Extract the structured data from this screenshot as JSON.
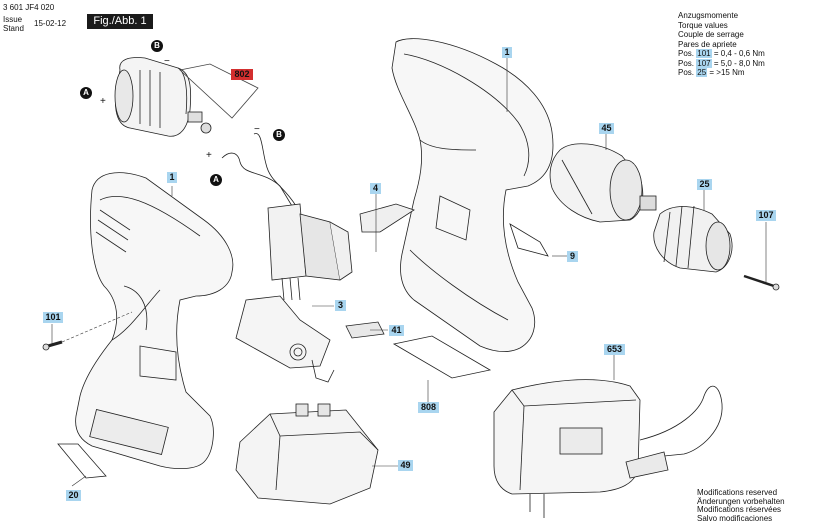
{
  "header": {
    "part_no": "3 601 JF4 020",
    "issue_label": "Issue",
    "stand_label": "Stand",
    "date": "15-02-12",
    "figure": "Fig./Abb. 1"
  },
  "torque": {
    "titles": [
      "Anzugsmomente",
      "Torque values",
      "Couple de serrage",
      "Pares de apriete"
    ],
    "rows": [
      {
        "prefix": "Pos.",
        "part": "101",
        "value": "= 0,4  -  0,6 Nm"
      },
      {
        "prefix": "Pos.",
        "part": "107",
        "value": "= 5,0  -  8,0 Nm"
      },
      {
        "prefix": "Pos.",
        "part": "25",
        "value": "= >15 Nm"
      }
    ]
  },
  "footer": [
    "Modifications reserved",
    "Änderungen vorbehalten",
    "Modifications réservées",
    "Salvo modificaciones"
  ],
  "labels": {
    "l802": "802",
    "l1a": "1",
    "l1b": "1",
    "l45": "45",
    "l25": "25",
    "l107": "107",
    "l4": "4",
    "l9": "9",
    "l3": "3",
    "l41": "41",
    "l101": "101",
    "l808": "808",
    "l653": "653",
    "l49": "49",
    "l20": "20"
  },
  "markers": {
    "a": "A",
    "b": "B",
    "plus": "+",
    "minus": "−"
  },
  "colors": {
    "label_bg": "#a9d5ef",
    "label_red": "#d32f2f"
  }
}
